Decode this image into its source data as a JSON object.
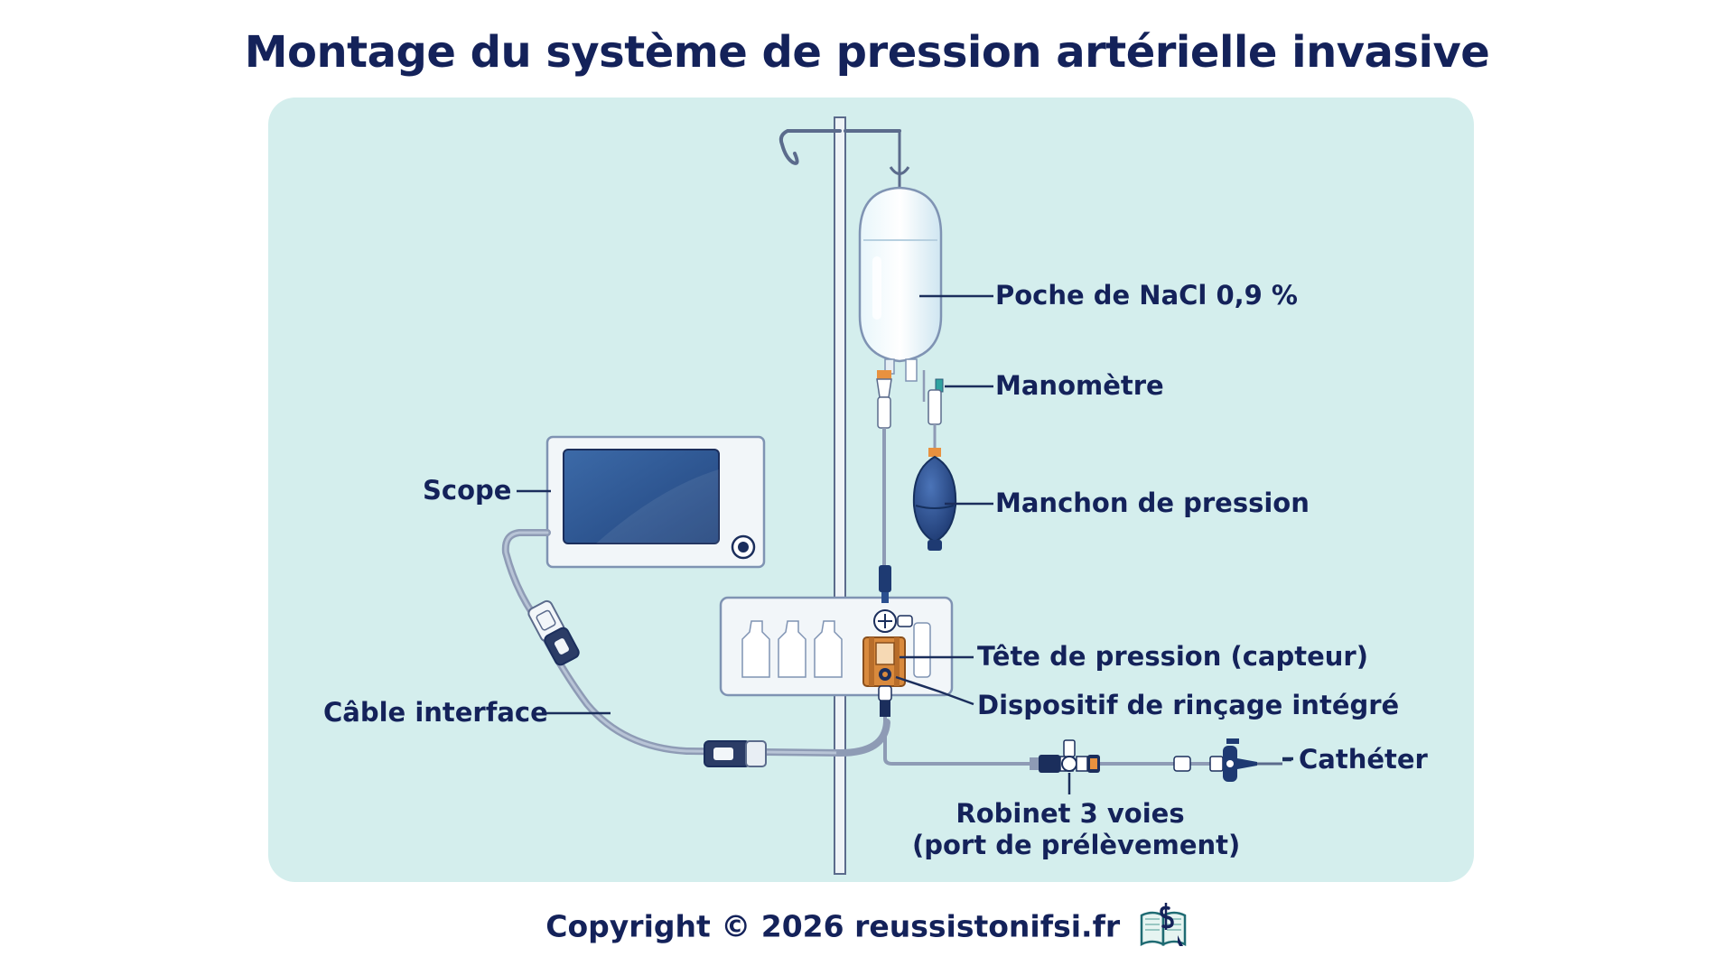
{
  "title": "Montage du système de pression artérielle invasive",
  "labels": {
    "poche": "Poche de NaCl 0,9 %",
    "manometre": "Manomètre",
    "manchon": "Manchon de pression",
    "scope": "Scope",
    "tete": "Tête de pression (capteur)",
    "rincage": "Dispositif de rinçage intégré",
    "cable": "Câble interface",
    "catheter": "Cathéter",
    "robinet_line1": "Robinet 3 voies",
    "robinet_line2": "(port de prélèvement)"
  },
  "footer": "Copyright © 2026 reussistonifsi.fr",
  "colors": {
    "title": "#14225a",
    "panel": "#d4eeed",
    "label_text": "#14225a",
    "monitor_screen": "#2f5590",
    "bulb": "#2b4f8f",
    "transducer": "#d98a3d",
    "tubing": "#8e9bb5"
  },
  "icons": [
    "iv-pole-icon",
    "saline-bag-icon",
    "monitor-icon",
    "pressure-bulb-icon",
    "transducer-icon",
    "stopcock-icon",
    "catheter-icon",
    "book-icon"
  ]
}
